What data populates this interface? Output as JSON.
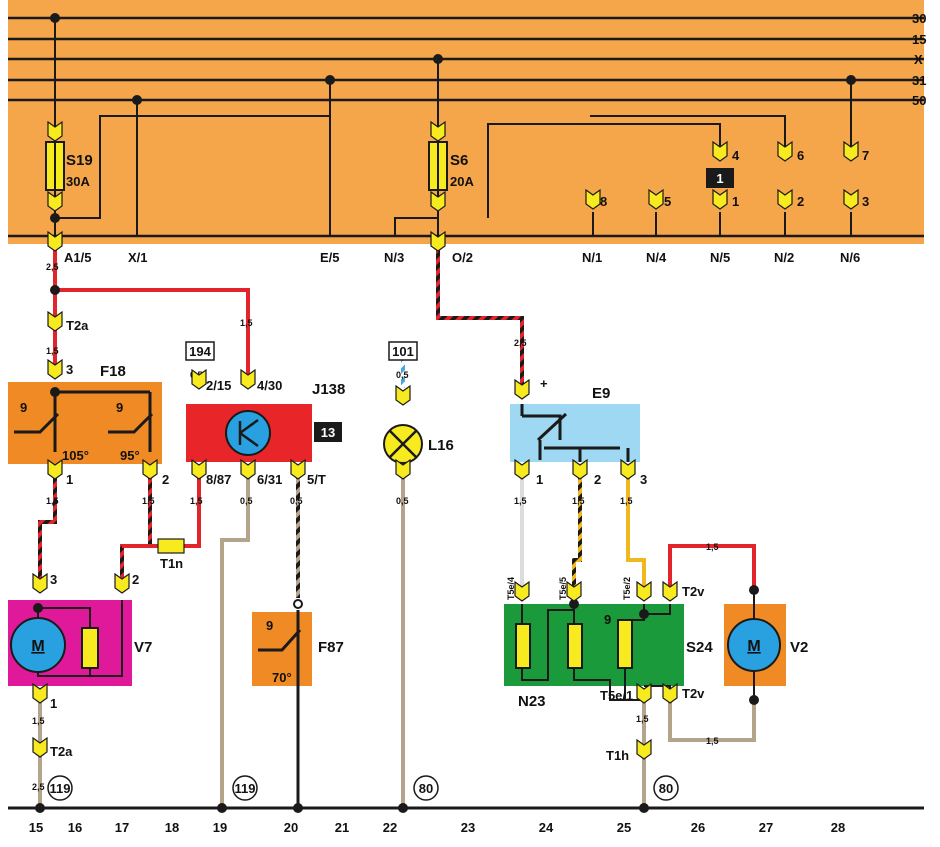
{
  "rails": [
    "30",
    "15",
    "X",
    "31",
    "50"
  ],
  "fuses": {
    "s19": {
      "name": "S19",
      "rating": "30A"
    },
    "s6": {
      "name": "S6",
      "rating": "20A"
    }
  },
  "fuse_box_terminals": [
    "A1/5",
    "X/1",
    "E/5",
    "N/3",
    "O/2",
    "N/1",
    "N/4",
    "N/5",
    "N/2",
    "N/6"
  ],
  "relay_pins": {
    "top": [
      "4",
      "6",
      "7"
    ],
    "bottom": [
      "8",
      "5",
      "1",
      "2",
      "3"
    ],
    "relay_number": "1"
  },
  "components": {
    "f18": {
      "name": "F18",
      "temp1": "105°",
      "temp2": "95°"
    },
    "j138": {
      "name": "J138",
      "ref": "13"
    },
    "l16": {
      "name": "L16"
    },
    "e9": {
      "name": "E9"
    },
    "v7": {
      "name": "V7"
    },
    "f87": {
      "name": "F87",
      "temp": "70°"
    },
    "s24": {
      "name": "S24"
    },
    "n23": {
      "name": "N23"
    },
    "v2": {
      "name": "V2"
    },
    "motor_symbol": "M"
  },
  "connectors": {
    "t2a": "T2a",
    "t1n": "T1n",
    "t1h": "T1h",
    "t2v": "T2v",
    "t5e4": "T5e/4",
    "t5e5": "T5e/5",
    "t5e2": "T5e/2",
    "t5e1": "T5e/1"
  },
  "pin_labels": {
    "f18_top": "3",
    "f18_b1": "1",
    "f18_b2": "2",
    "j138_215": "2/15",
    "j138_430": "4/30",
    "j138_887": "8/87",
    "j138_631": "6/31",
    "j138_5t": "5/T",
    "v7_3": "3",
    "v7_2": "2",
    "v7_1": "1",
    "e9_plus": "+",
    "e9_1": "1",
    "e9_2": "2",
    "e9_3": "3",
    "f18_9a": "9",
    "f18_9b": "9",
    "f87_9": "9",
    "s24_9": "9"
  },
  "references": {
    "r194": "194",
    "r101": "101",
    "r119a": "119",
    "r119b": "119",
    "r80a": "80",
    "r80b": "80"
  },
  "wire_sizes": {
    "w_a15": "2,5",
    "w_top15": "1,5",
    "w_j430": "1,5",
    "w_j215": "0,5",
    "w_l16t": "0,5",
    "w_o2": "2,5",
    "w_f18b1": "1,5",
    "w_f18b2": "1,5",
    "w_j887": "1,5",
    "w_j631": "0,5",
    "w_j5t": "0,5",
    "w_l16b": "0,5",
    "w_e91": "1,5",
    "w_e92": "1,5",
    "w_e93": "1,5",
    "w_v2top": "1,5",
    "w_v2bot": "1,5",
    "w_v71": "1,5",
    "w_v7gnd": "2,5",
    "w_s24b": "1,5"
  },
  "current_tracks": [
    "15",
    "16",
    "17",
    "18",
    "19",
    "20",
    "21",
    "22",
    "23",
    "24",
    "25",
    "26",
    "27",
    "28"
  ],
  "colors": {
    "fuse_panel": "#f5a54a",
    "rail_line": "#1a1a1a",
    "f18_box": "#f08a24",
    "j138_box": "#e8262a",
    "e9_box": "#9fd8f2",
    "v7_box": "#e0199a",
    "f87_box": "#f08a24",
    "s24_box": "#1a9a3a",
    "v2_box": "#f08a24",
    "motor": "#29a0e0",
    "connector": "#f7ea1e",
    "wire_red": "#e3242b",
    "wire_brown": "#b5a48c",
    "wire_yellow": "#f0b81e"
  }
}
